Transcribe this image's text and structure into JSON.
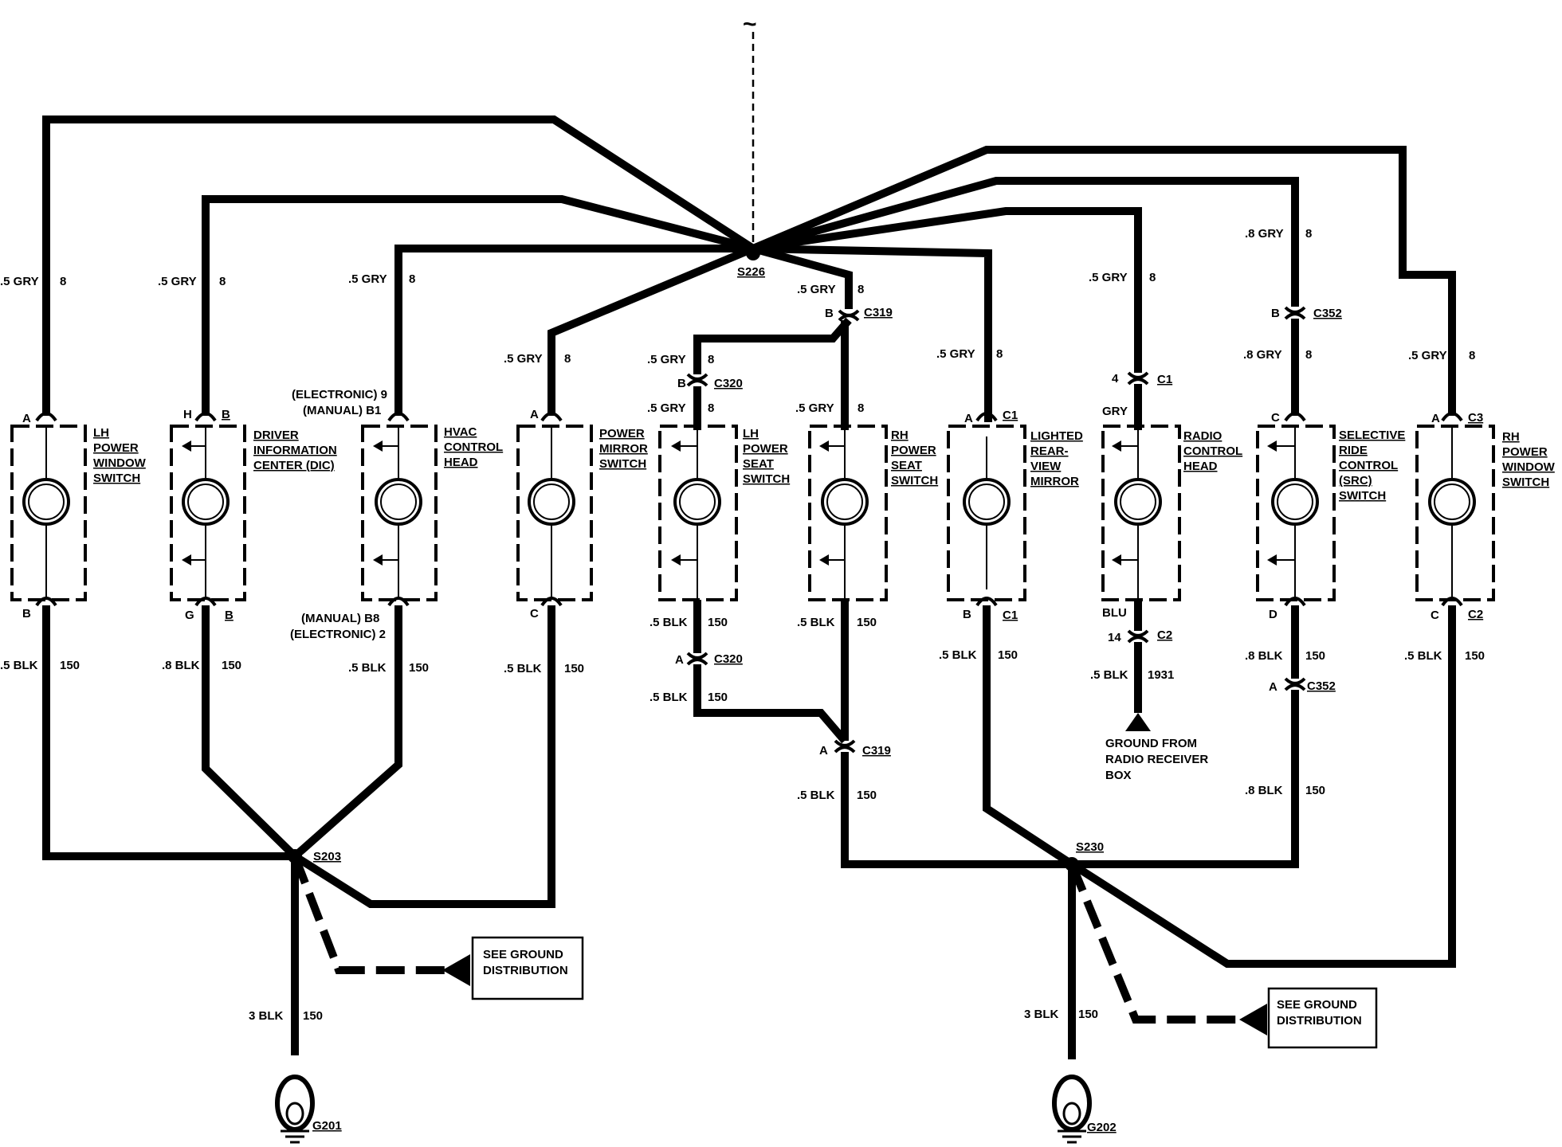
{
  "top_symbol": "~",
  "splices": {
    "s226": "S226",
    "s203": "S203",
    "s230": "S230"
  },
  "grounds": {
    "g201": "G201",
    "g202": "G202",
    "see_ground_1": [
      "SEE GROUND",
      "DISTRIBUTION"
    ],
    "see_ground_2": [
      "SEE GROUND",
      "DISTRIBUTION"
    ]
  },
  "components": {
    "lh_power_window_switch": [
      "LH",
      "POWER",
      "WINDOW",
      "SWITCH"
    ],
    "driver_information_center": [
      "DRIVER",
      "INFORMATION",
      "CENTER (DIC)"
    ],
    "hvac_control_head": [
      "HVAC",
      "CONTROL",
      "HEAD"
    ],
    "power_mirror_switch": [
      "POWER",
      "MIRROR",
      "SWITCH"
    ],
    "lh_power_seat_switch": [
      "LH",
      "POWER",
      "SEAT",
      "SWITCH"
    ],
    "rh_power_seat_switch": [
      "RH",
      "POWER",
      "SEAT",
      "SWITCH"
    ],
    "lighted_rearview_mirror": [
      "LIGHTED",
      "REAR-",
      "VIEW",
      "MIRROR"
    ],
    "radio_control_head": [
      "RADIO",
      "CONTROL",
      "HEAD"
    ],
    "selective_ride_control": [
      "SELECTIVE",
      "RIDE",
      "CONTROL",
      "(SRC)",
      "SWITCH"
    ],
    "rh_power_window_switch": [
      "RH",
      "POWER",
      "WINDOW",
      "SWITCH"
    ]
  },
  "wire_labels": {
    "gry_5": ".5 GRY",
    "gry_8": ".8 GRY",
    "gry": "GRY",
    "blk_5": ".5 BLK",
    "blk_8": ".8 BLK",
    "blk_3": "3 BLK",
    "blu": "BLU",
    "circuit_8": "8",
    "circuit_150": "150",
    "circuit_1931": "1931"
  },
  "connectors": {
    "c319": "C319",
    "c320": "C320",
    "c352": "C352",
    "c1": "C1",
    "c2": "C2",
    "c3": "C3"
  },
  "pins": {
    "A": "A",
    "B": "B",
    "C": "C",
    "D": "D",
    "G": "G",
    "H": "H",
    "B_u": "B",
    "B8_u": "B",
    "hvac_top": [
      "(ELECTRONIC) 9",
      "(MANUAL) B1"
    ],
    "hvac_bottom": [
      "(MANUAL) B8",
      "(ELECTRONIC) 2"
    ],
    "radio_4": "4",
    "radio_14": "14"
  },
  "radio_ground": [
    "GROUND FROM",
    "RADIO RECEIVER",
    "BOX"
  ]
}
